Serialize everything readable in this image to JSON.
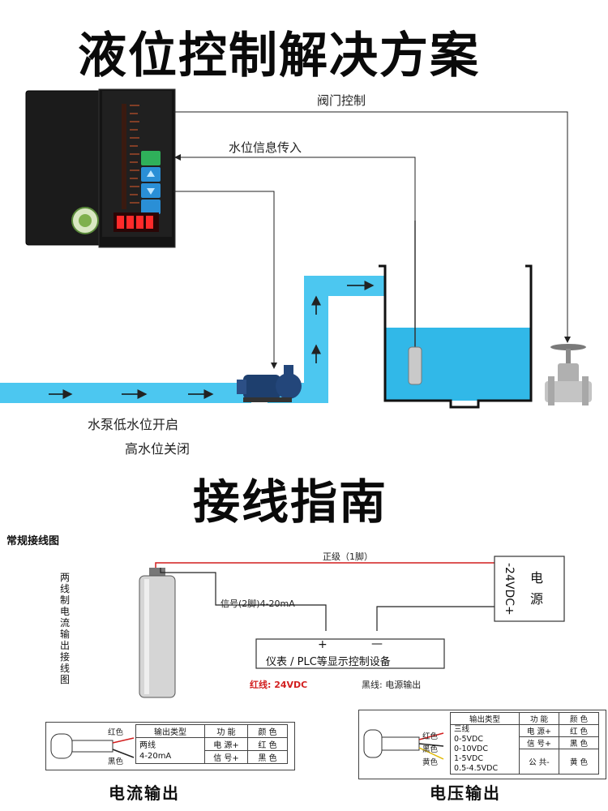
{
  "title_top": "液位控制解决方案",
  "title_wiring": "接线指南",
  "flow": {
    "valve_control": "阀门控制",
    "level_info_in": "水位信息传入",
    "pump_low_open": "水泵低水位开启",
    "high_close": "高水位关闭"
  },
  "wiring": {
    "section_title": "常规接线图",
    "vertical_title": [
      "两",
      "线",
      "制",
      "电",
      "流",
      "输",
      "出",
      "接",
      "线",
      "图"
    ],
    "positive_label": "正级（1脚）",
    "signal_label": "信号(2脚)4-20mA",
    "power_voltage": "-24VDC+",
    "power_label": [
      "电",
      "源"
    ],
    "plus": "+",
    "minus": "—",
    "device_label": "仪表 / PLC等显示控制设备",
    "red_note": "红线: 24VDC",
    "black_note": "黑线: 电源输出"
  },
  "current_table": {
    "wire_red": "红色",
    "wire_black": "黑色",
    "headers": [
      "输出类型",
      "功 能",
      "颜 色"
    ],
    "type": [
      "两线",
      "4-20mA"
    ],
    "rows": [
      {
        "func": "电 源+",
        "color": "红 色"
      },
      {
        "func": "信 号+",
        "color": "黑 色"
      }
    ],
    "caption": "电流输出"
  },
  "voltage_table": {
    "wire_red": "红色",
    "wire_black": "黑色",
    "wire_yellow": "黄色",
    "headers": [
      "输出类型",
      "功 能",
      "颜 色"
    ],
    "types": [
      "三线",
      "0-5VDC",
      "0-10VDC",
      "1-5VDC",
      "0.5-4.5VDC"
    ],
    "rows": [
      {
        "func": "电 源+",
        "color": "红 色"
      },
      {
        "func": "信 号+",
        "color": "黑 色"
      },
      {
        "func": "公 共-",
        "color": "黄 色"
      }
    ],
    "caption": "电压输出"
  },
  "colors": {
    "water": "#31b8e8",
    "pipe": "#4cc7f0",
    "red_wire": "#d21f1f",
    "controller_body": "#1a1a1a"
  }
}
